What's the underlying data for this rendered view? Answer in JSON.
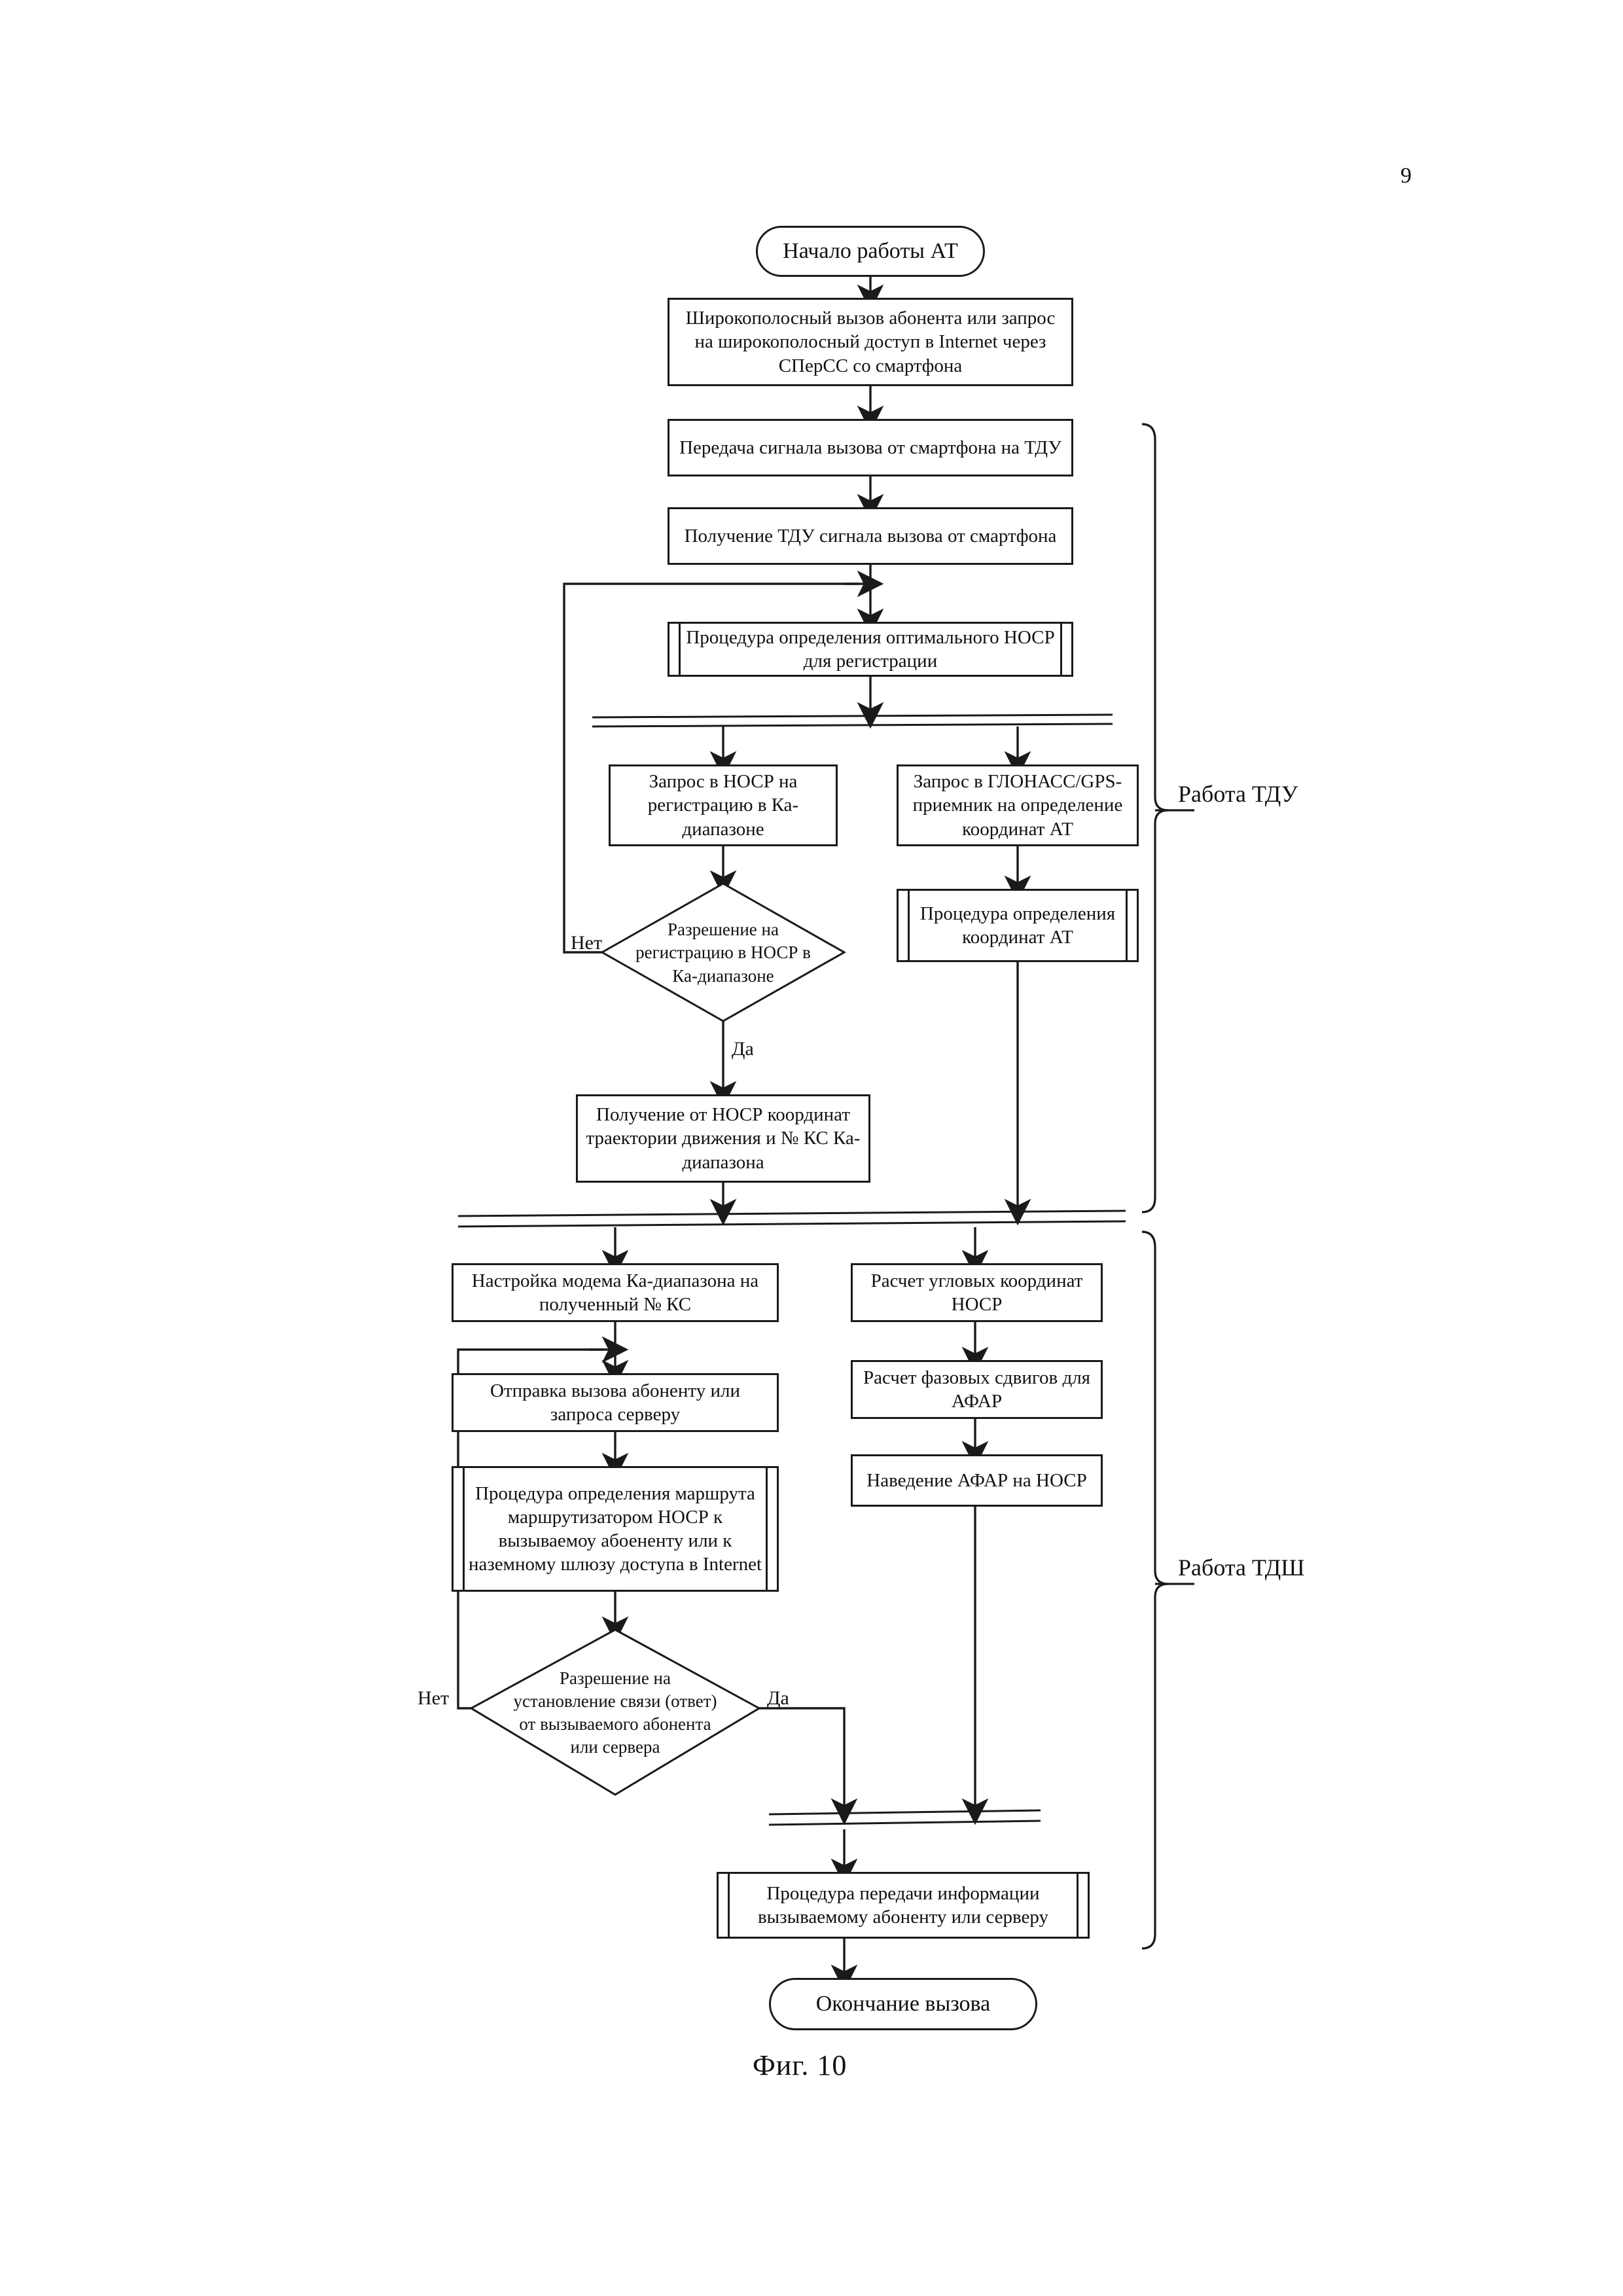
{
  "page": {
    "number": "9",
    "figure_caption": "Фиг. 10"
  },
  "diagram": {
    "type": "flowchart",
    "title": "Фиг. 10",
    "nodes": [
      {
        "id": "start",
        "shape": "terminal",
        "text": "Начало работы АТ"
      },
      {
        "id": "broadband",
        "shape": "process",
        "text": "Широкополосный вызов абонента или запрос на широкополосный доступ в Internet через СПерСС со смартфона"
      },
      {
        "id": "send_signal",
        "shape": "process",
        "text": "Передача сигнала вызова от смартфона на ТДУ"
      },
      {
        "id": "recv_signal",
        "shape": "process",
        "text": "Получение ТДУ сигнала вызова от смартфона"
      },
      {
        "id": "opt_nosr",
        "shape": "predefined-process",
        "text": "Процедура  определения оптимального НОСР для регистрации"
      },
      {
        "id": "req_nosr",
        "shape": "process",
        "text": "Запрос в НОСР на регистрацию в Ка-диапазоне"
      },
      {
        "id": "req_gnss",
        "shape": "process",
        "text": "Запрос в ГЛОНАСС/GPS-приемник на определение координат АТ"
      },
      {
        "id": "dec_reg",
        "shape": "decision",
        "text": "Разрешение на регистрацию в НОСР в Ка-диапазоне"
      },
      {
        "id": "coord_proc",
        "shape": "predefined-process",
        "text": "Процедура определения координат АТ"
      },
      {
        "id": "get_coords",
        "shape": "process",
        "text": "Получение от НОСР координат траектории движения и № КС Ка-диапазона"
      },
      {
        "id": "tune_modem",
        "shape": "process",
        "text": "Настройка модема Ка-диапазона на полученный № КС"
      },
      {
        "id": "ang_coords",
        "shape": "process",
        "text": "Расчет угловых координат НОСР"
      },
      {
        "id": "send_call",
        "shape": "process",
        "text": "Отправка вызова абоненту или запроса серверу"
      },
      {
        "id": "phase_shift",
        "shape": "process",
        "text": "Расчет фазовых сдвигов для АФАР"
      },
      {
        "id": "route_proc",
        "shape": "predefined-process",
        "text": "Процедура  определения маршрута маршрутизатором НОСР к вызываемоу абоененту или к наземному шлюзу доступа в Internet"
      },
      {
        "id": "aim_afar",
        "shape": "process",
        "text": "Наведение АФАР на НОСР"
      },
      {
        "id": "dec_link",
        "shape": "decision",
        "text": "Разрешение на установление связи (ответ) от вызываемого абонента или сервера"
      },
      {
        "id": "transfer",
        "shape": "predefined-process",
        "text": "Процедура  передачи информации вызываемому абоненту или серверу"
      },
      {
        "id": "end",
        "shape": "terminal",
        "text": "Окончание вызова"
      }
    ],
    "edge_labels": {
      "dec_reg_no": "Нет",
      "dec_reg_yes": "Да",
      "dec_link_no": "Нет",
      "dec_link_yes": "Да"
    },
    "braces": [
      {
        "id": "tdu",
        "label": "Работа ТДУ"
      },
      {
        "id": "tdsh",
        "label": "Работа ТДШ"
      }
    ],
    "colors": {
      "stroke": "#1a1a1a",
      "background": "#ffffff",
      "text": "#111111"
    }
  }
}
